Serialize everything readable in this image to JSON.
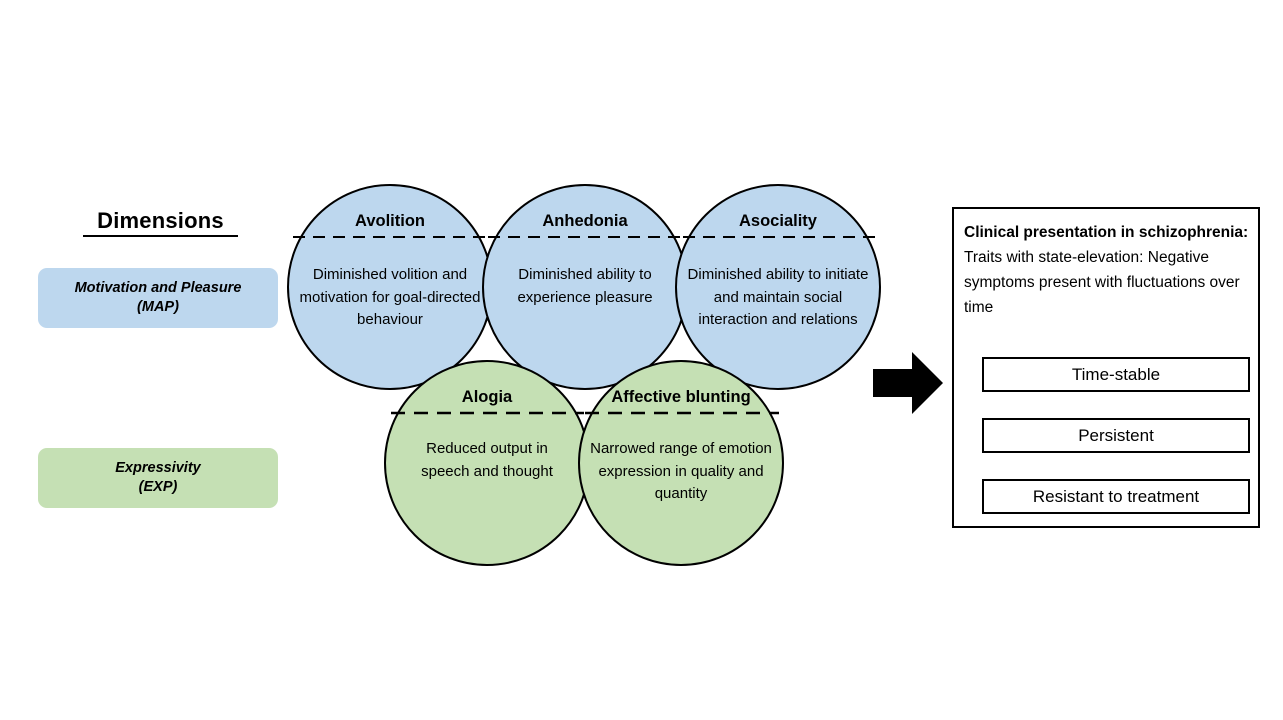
{
  "figure": {
    "dimensions_heading": "Dimensions",
    "dimension_groups": [
      {
        "name": "Motivation and Pleasure",
        "abbrev": "(MAP)",
        "color": "#bdd7ee"
      },
      {
        "name": "Expressivity",
        "abbrev": "(EXP)",
        "color": "#c5e0b4"
      }
    ],
    "circles": [
      {
        "title": "Avolition",
        "body": "Diminished volition and motivation for goal-directed behaviour",
        "group": "MAP",
        "color": "#bdd7ee"
      },
      {
        "title": "Anhedonia",
        "body": "Diminished ability to experience pleasure",
        "group": "MAP",
        "color": "#bdd7ee"
      },
      {
        "title": "Asociality",
        "body": "Diminished ability to initiate and maintain social interaction and relations",
        "group": "MAP",
        "color": "#bdd7ee"
      },
      {
        "title": "Alogia",
        "body": "Reduced output in speech and thought",
        "group": "EXP",
        "color": "#c5e0b4"
      },
      {
        "title": "Affective blunting",
        "body": "Narrowed range of emotion expression in quality and quantity",
        "group": "EXP",
        "color": "#c5e0b4"
      }
    ],
    "arrow": {
      "icon": "right-block-arrow",
      "color": "#000000"
    },
    "clinical_panel": {
      "lead": "Clinical presentation in schizophrenia:",
      "body": " Traits with state-elevation: Negative symptoms present with fluctuations over time",
      "traits": [
        "Time-stable",
        "Persistent",
        "Resistant to treatment"
      ]
    }
  }
}
